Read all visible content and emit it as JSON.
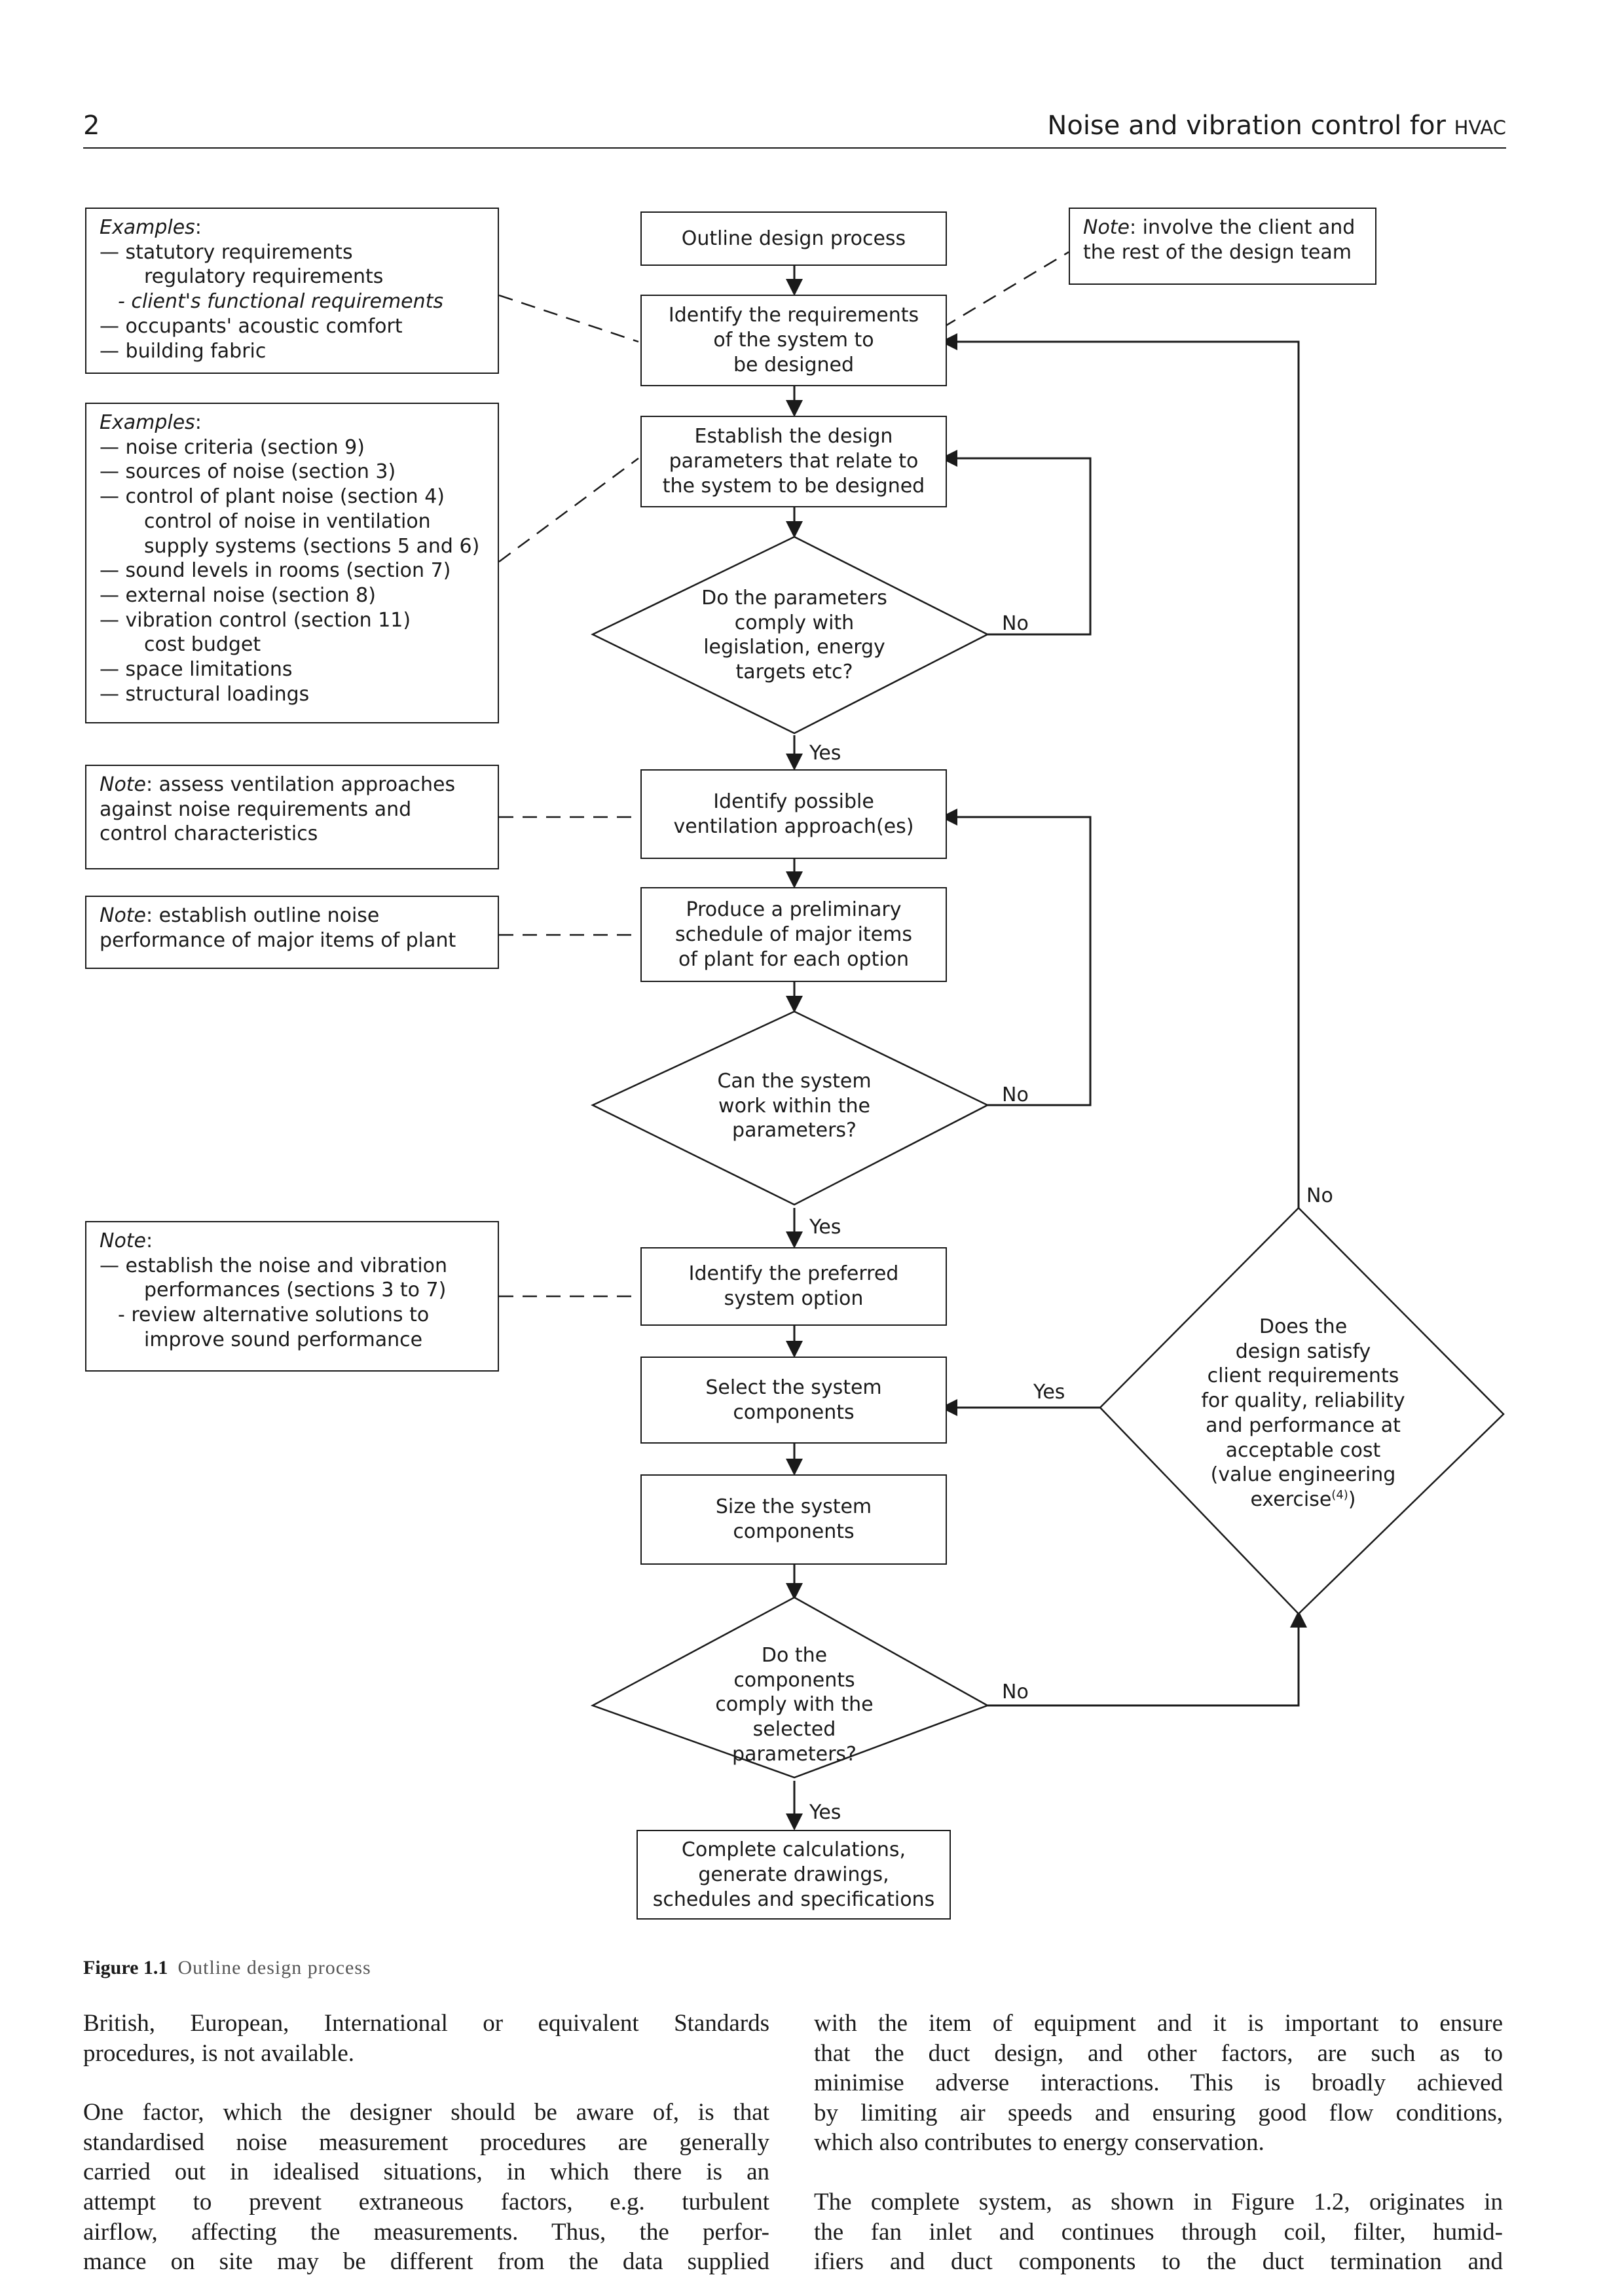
{
  "header": {
    "page_number": "2",
    "title": "Noise and vibration control for",
    "title_small_caps": "HVAC"
  },
  "flowchart": {
    "boxes": {
      "outline": "Outline design process",
      "identify_requirements": [
        "Identify the requirements",
        "of the system to",
        "be designed"
      ],
      "establish_parameters": [
        "Establish the design",
        "parameters that relate to",
        "the system to be designed"
      ],
      "identify_ventilation": [
        "Identify possible",
        "ventilation approach(es)"
      ],
      "preliminary_schedule": [
        "Produce a preliminary",
        "schedule of major items",
        "of plant for each option"
      ],
      "preferred_option": [
        "Identify the preferred",
        "system option"
      ],
      "select_components": [
        "Select the system",
        "components"
      ],
      "size_components": [
        "Size the system",
        "components"
      ],
      "complete": [
        "Complete calculations,",
        "generate drawings,",
        "schedules and specifications"
      ]
    },
    "decisions": {
      "comply_legislation": [
        "Do the parameters",
        "comply with",
        "legislation, energy",
        "targets etc?"
      ],
      "work_within": [
        "Can the system",
        "work within the",
        "parameters?"
      ],
      "components_comply": [
        "Do the",
        "components",
        "comply with the",
        "selected",
        "parameters?"
      ],
      "client_requirements": [
        "Does the",
        "design satisfy",
        "client requirements",
        "for quality, reliability",
        "and performance at",
        "acceptable cost",
        "(value engineering",
        "exercise"
      ],
      "client_requirements_ref": "(4)",
      "client_requirements_close": ")"
    },
    "labels": {
      "yes": "Yes",
      "no": "No"
    },
    "notes": {
      "team": {
        "prefix": "Note",
        "line1_rest": ": involve the client and",
        "line2": "the rest of the design team"
      },
      "examples1": {
        "heading": "Examples",
        "colon": ":",
        "items": [
          "— statutory requirements",
          "regulatory requirements",
          "- client's functional requirements",
          "— occupants' acoustic comfort",
          "— building fabric"
        ]
      },
      "examples2": {
        "heading": "Examples",
        "colon": ":",
        "items": [
          "— noise criteria (section 9)",
          "— sources of noise (section 3)",
          "— control of plant noise (section 4)",
          "control of noise in ventilation",
          "supply systems (sections 5 and 6)",
          "— sound levels in rooms (section 7)",
          "— external noise (section 8)",
          "— vibration control (section 11)",
          "cost budget",
          "— space limitations",
          "— structural loadings"
        ]
      },
      "ventilation": {
        "prefix": "Note",
        "line1_rest": ": assess ventilation approaches",
        "line2": "against noise requirements and",
        "line3": "control characteristics"
      },
      "plant": {
        "prefix": "Note",
        "line1_rest": ": establish outline noise",
        "line2": "performance of major items of plant"
      },
      "performance": {
        "prefix": "Note",
        "colon": ":",
        "items": [
          "— establish the noise and vibration",
          "performances (sections 3 to 7)",
          "- review alternative solutions to",
          "improve sound performance"
        ]
      }
    }
  },
  "caption": {
    "label": "Figure 1.1",
    "text": "Outline design process"
  },
  "body": {
    "left_col": [
      "British, European, International or equivalent Standards",
      "procedures, is not available.",
      "",
      "One factor, which the designer should be aware of, is that",
      "standardised noise measurement procedures are generally",
      "carried out in idealised situations, in which there is an",
      "attempt to prevent extraneous factors, e.g. turbulent",
      "airflow, affecting the measurements. Thus, the perfor-",
      "mance on site may be different from the data supplied"
    ],
    "right_col": [
      "with the item of equipment and it is important to ensure",
      "that the duct design, and other factors, are such as to",
      "minimise adverse interactions. This is broadly achieved",
      "by limiting air speeds and ensuring good flow conditions,",
      "which also contributes to energy conservation.",
      "",
      "The complete system, as shown in Figure 1.2, originates in",
      "the fan inlet and continues through coil, filter, humid-",
      "ifiers and duct components to the duct termination and"
    ]
  }
}
